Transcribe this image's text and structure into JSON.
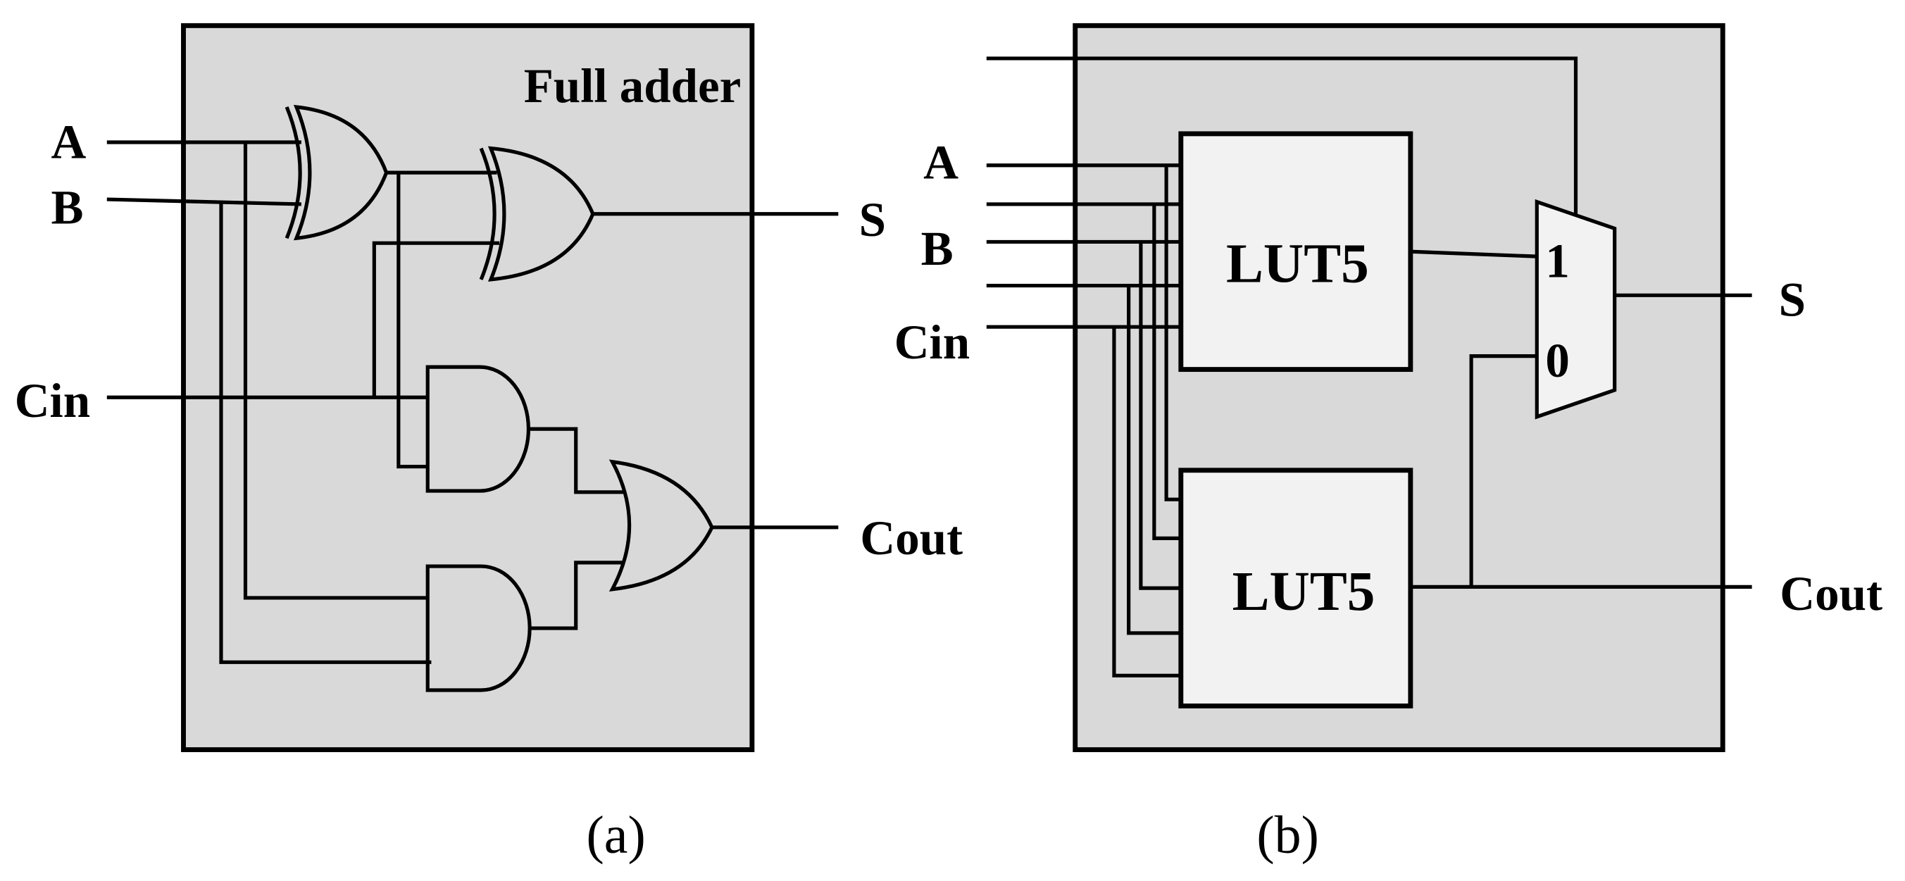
{
  "panel_a": {
    "title": "Full adder",
    "inputs": [
      "A",
      "B",
      "Cin"
    ],
    "outputs": [
      "S",
      "Cout"
    ],
    "caption": "(a)"
  },
  "panel_b": {
    "inputs": [
      "A",
      "B",
      "Cin"
    ],
    "lut_top": "LUT5",
    "lut_bottom": "LUT5",
    "mux_in1": "1",
    "mux_in0": "0",
    "outputs": [
      "S",
      "Cout"
    ],
    "caption": "(b)"
  },
  "colors": {
    "panel_fill": "#d9d9d9",
    "lut_fill": "#f2f2f2",
    "line": "#000000"
  }
}
